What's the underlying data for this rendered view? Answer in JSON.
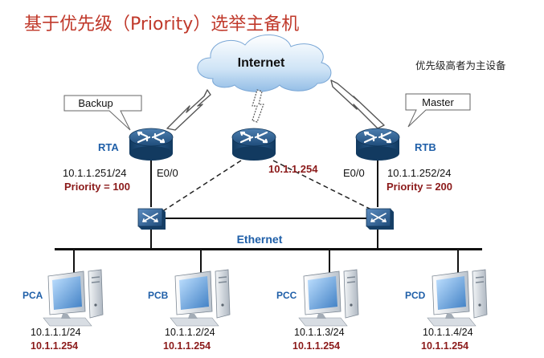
{
  "title": "基于优先级（Priority）选举主备机",
  "note": "优先级高者为主设备",
  "internet_label": "Internet",
  "ethernet_label": "Ethernet",
  "rta": {
    "name": "RTA",
    "callout": "Backup",
    "ip": "10.1.1.251/24",
    "interface": "E0/0",
    "priority": "Priority = 100"
  },
  "rtb": {
    "name": "RTB",
    "callout": "Master",
    "ip": "10.1.1.252/24",
    "interface": "E0/0",
    "priority": "Priority = 200"
  },
  "virtual_router": {
    "ip": "10.1.1.254"
  },
  "pcs": [
    {
      "name": "PCA",
      "ip": "10.1.1.1/24",
      "gateway": "10.1.1.254"
    },
    {
      "name": "PCB",
      "ip": "10.1.1.2/24",
      "gateway": "10.1.1.254"
    },
    {
      "name": "PCC",
      "ip": "10.1.1.3/24",
      "gateway": "10.1.1.254"
    },
    {
      "name": "PCD",
      "ip": "10.1.1.4/24",
      "gateway": "10.1.1.254"
    }
  ],
  "colors": {
    "title": "#c0392b",
    "accent_blue": "#1f5fa8",
    "dark_red": "#8b1a1a",
    "device_blue": "#2a5c8a"
  }
}
